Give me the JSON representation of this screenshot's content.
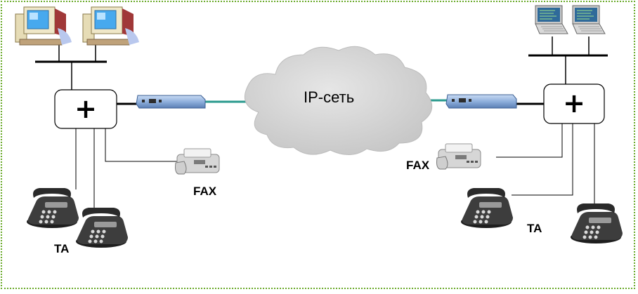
{
  "cloud": {
    "label": "IP-сеть"
  },
  "left_site": {
    "pbx_symbol": "+",
    "fax_label": "FAX",
    "phones_label": "TA"
  },
  "right_site": {
    "pbx_symbol": "+",
    "fax_label": "FAX",
    "phones_label": "TA"
  },
  "colors": {
    "border": "#6aaa2a",
    "cloud_fill": "#d4d4d4",
    "gateway_fill": "#8fb0dc",
    "link": "#2a9a8e",
    "monitor_screen": "#47a9ee",
    "pc_case": "#efe7c8",
    "phone_body": "#3c3c3c"
  }
}
